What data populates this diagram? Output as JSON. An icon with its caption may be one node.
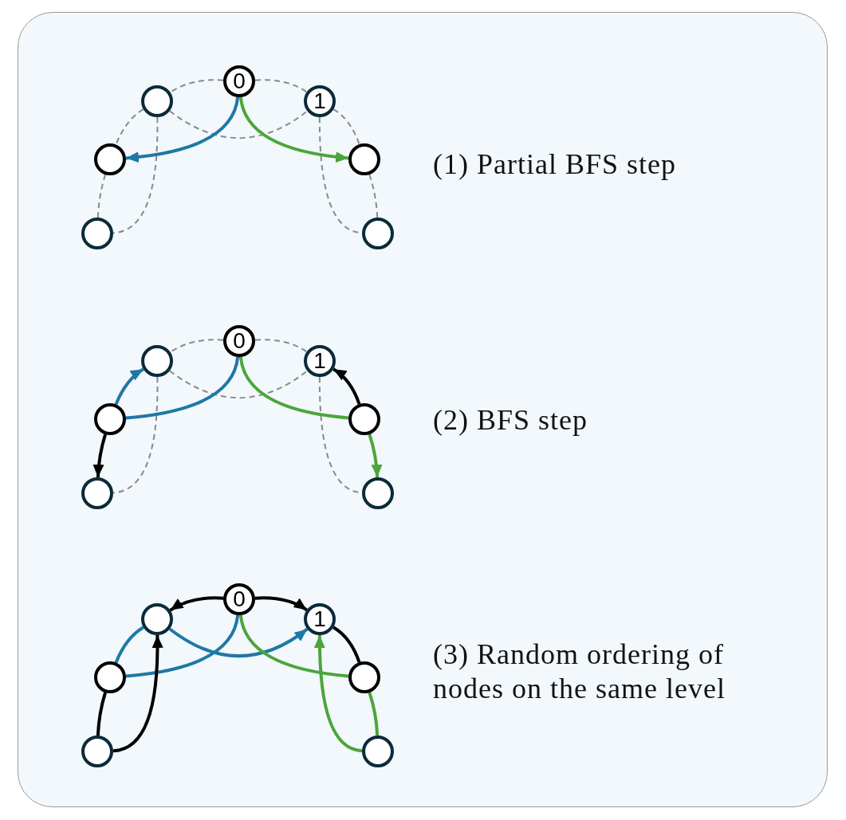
{
  "diagram": {
    "nodes": [
      {
        "text": [
          "0"
        ]
      },
      {
        "text": [],
        "shape": "circle"
      },
      {
        "text": [
          "1"
        ]
      },
      {
        "text": [],
        "shape": "circle"
      },
      {
        "text": [],
        "shape": "circle"
      },
      {
        "text": [],
        "shape": "circle"
      },
      {
        "text": [],
        "shape": "circle"
      },
      {
        "text": [
          "0"
        ]
      },
      {
        "text": [],
        "shape": "circle"
      },
      {
        "text": [
          "1"
        ]
      },
      {
        "text": [],
        "shape": "circle"
      },
      {
        "text": [],
        "shape": "circle"
      },
      {
        "text": [],
        "shape": "circle"
      },
      {
        "text": [],
        "shape": "circle"
      },
      {
        "text": [
          "0"
        ]
      },
      {
        "text": [],
        "shape": "circle"
      },
      {
        "text": [
          "1"
        ]
      },
      {
        "text": [],
        "shape": "circle"
      },
      {
        "text": [],
        "shape": "circle"
      },
      {
        "text": [],
        "shape": "circle"
      },
      {
        "text": [],
        "shape": "circle"
      }
    ],
    "edges": [
      {
        "from": 0,
        "to": 1,
        "arrow": "none",
        "style": "dashed"
      },
      {
        "from": 0,
        "to": 2,
        "arrow": "none",
        "style": "dashed"
      },
      {
        "from": 1,
        "to": 2,
        "arrow": "none",
        "style": "dashed"
      },
      {
        "from": 1,
        "to": 3,
        "arrow": "none",
        "style": "dashed"
      },
      {
        "from": 1,
        "to": 5,
        "arrow": "none",
        "style": "dashed"
      },
      {
        "from": 3,
        "to": 5,
        "arrow": "none",
        "style": "dashed"
      },
      {
        "from": 2,
        "to": 4,
        "arrow": "none",
        "style": "dashed"
      },
      {
        "from": 2,
        "to": 6,
        "arrow": "none",
        "style": "dashed"
      },
      {
        "from": 4,
        "to": 6,
        "arrow": "none",
        "style": "dashed"
      },
      {
        "from": 0,
        "to": 3,
        "arrow": "to",
        "color": "#1f78a4"
      },
      {
        "from": 0,
        "to": 4,
        "arrow": "to",
        "color": "#4ca53a"
      },
      {
        "from": 7,
        "to": 8,
        "arrow": "none",
        "style": "dashed"
      },
      {
        "from": 7,
        "to": 9,
        "arrow": "none",
        "style": "dashed"
      },
      {
        "from": 8,
        "to": 9,
        "arrow": "none",
        "style": "dashed"
      },
      {
        "from": 8,
        "to": 12,
        "arrow": "none",
        "style": "dashed"
      },
      {
        "from": 9,
        "to": 13,
        "arrow": "none",
        "style": "dashed"
      },
      {
        "from": 7,
        "to": 10,
        "arrow": "none",
        "color": "#1f78a4"
      },
      {
        "from": 10,
        "to": 8,
        "arrow": "to",
        "color": "#1f78a4"
      },
      {
        "from": 10,
        "to": 12,
        "arrow": "to",
        "color": "#000000"
      },
      {
        "from": 7,
        "to": 11,
        "arrow": "none",
        "color": "#4ca53a"
      },
      {
        "from": 11,
        "to": 9,
        "arrow": "to",
        "color": "#000000"
      },
      {
        "from": 11,
        "to": 13,
        "arrow": "to",
        "color": "#4ca53a"
      },
      {
        "from": 14,
        "to": 15,
        "arrow": "to",
        "color": "#000000"
      },
      {
        "from": 14,
        "to": 16,
        "arrow": "to",
        "color": "#000000"
      },
      {
        "from": 15,
        "to": 16,
        "arrow": "to",
        "color": "#1f78a4"
      },
      {
        "from": 14,
        "to": 17,
        "arrow": "none",
        "color": "#1f78a4"
      },
      {
        "from": 17,
        "to": 15,
        "arrow": "none",
        "color": "#1f78a4"
      },
      {
        "from": 17,
        "to": 19,
        "arrow": "none",
        "color": "#000000"
      },
      {
        "from": 19,
        "to": 15,
        "arrow": "to",
        "color": "#000000"
      },
      {
        "from": 14,
        "to": 18,
        "arrow": "none",
        "color": "#4ca53a"
      },
      {
        "from": 18,
        "to": 16,
        "arrow": "none",
        "color": "#000000"
      },
      {
        "from": 18,
        "to": 20,
        "arrow": "none",
        "color": "#4ca53a"
      },
      {
        "from": 20,
        "to": 16,
        "arrow": "to",
        "color": "#4ca53a"
      }
    ],
    "labels": [
      "(1) Partial BFS step",
      "(2) BFS step",
      "(3) Random ordering of nodes on the same level"
    ]
  }
}
